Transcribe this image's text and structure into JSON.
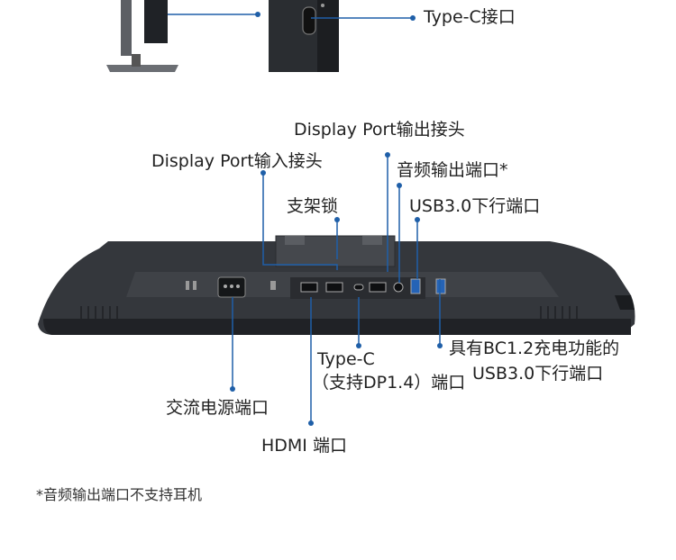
{
  "labels": {
    "typec_top": "Type-C接口",
    "dp_out": "Display Port输出接头",
    "dp_in": "Display Port输入接头",
    "audio_out": "音频输出端口*",
    "stand_lock": "支架锁",
    "usb_down": "USB3.0下行端口",
    "typec_line1": "Type-C",
    "typec_line2": "（支持DP1.4）端口",
    "bc12_line1": "具有BC1.2充电功能的",
    "bc12_line2": "USB3.0下行端口",
    "ac_power": "交流电源端口",
    "hdmi": "HDMI 端口"
  },
  "footnote": "*音频输出端口不支持耳机",
  "colors": {
    "leader": "#1f5fa8",
    "monitor_body": "#2b2e33",
    "background": "#ffffff"
  }
}
